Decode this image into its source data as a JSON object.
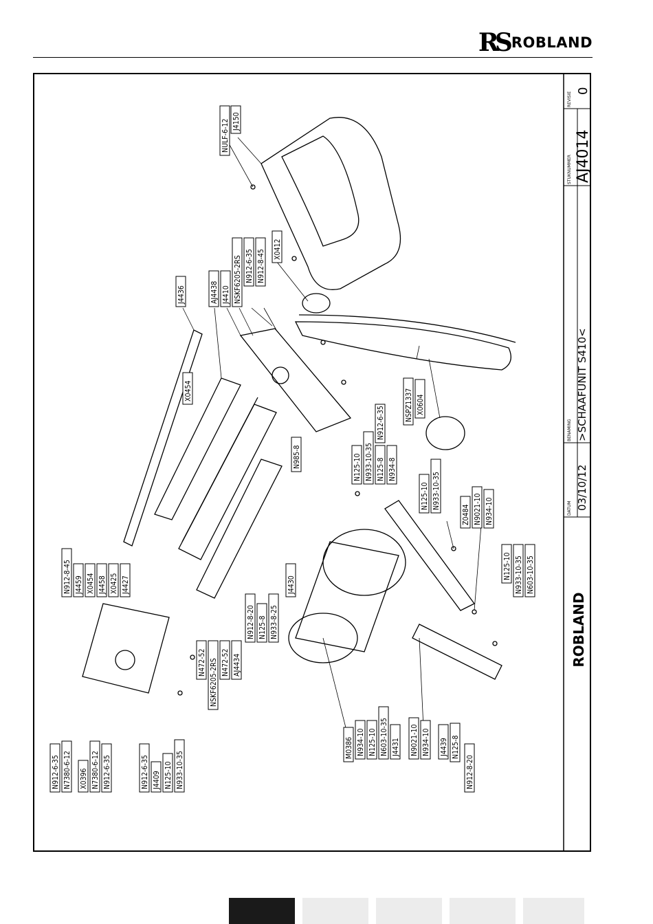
{
  "header": {
    "logo_mark": "RS",
    "logo_text": "ROBLAND"
  },
  "title_block": {
    "logo_text": "ROBLAND",
    "datum_label": "DATUM",
    "datum": "03/10/12",
    "benaming_label": "BENAMING",
    "benaming": ">SCHAAFUNIT S410<",
    "stuknummer_label": "STUKNUMMER",
    "stuknummer": "AJ4014",
    "revisie_label": "REVISIE",
    "revisie": "0"
  },
  "part_labels": [
    "NULF-6-12",
    "J4150",
    "J4436",
    "AJ4438",
    "J4410",
    "NSKF6205-2RS",
    "N912-6-35",
    "N912-8-45",
    "X0412",
    "X0454",
    "N985-8",
    "N125-10",
    "N933-10-35",
    "N125-8",
    "N912-6-35",
    "N934-8",
    "NSPZ1337",
    "X0604",
    "N125-10",
    "N933-10-35",
    "Z0484",
    "N9021-10",
    "N934-10",
    "N125-10",
    "N933-10-35",
    "N603-10-35",
    "N912-8-45",
    "J4459",
    "X0454",
    "J4458",
    "X0425",
    "J4427",
    "N912-8-20",
    "N125-8",
    "N933-8-25",
    "J4430",
    "N472-52",
    "NSKF6205-2RS",
    "N472-52",
    "AJ4434",
    "M0386",
    "N934-10",
    "N125-10",
    "N603-10-35",
    "J4431",
    "N9021-10",
    "N934-10",
    "J4439",
    "N125-8",
    "N912-8-20",
    "N912-6-35",
    "N7380-6-12",
    "X0396",
    "N7380-6-12",
    "N912-6-35",
    "N912-6-35",
    "J4409",
    "N125-10",
    "N933-10-35"
  ],
  "footer_tabs": [
    "",
    "",
    "",
    "",
    ""
  ]
}
